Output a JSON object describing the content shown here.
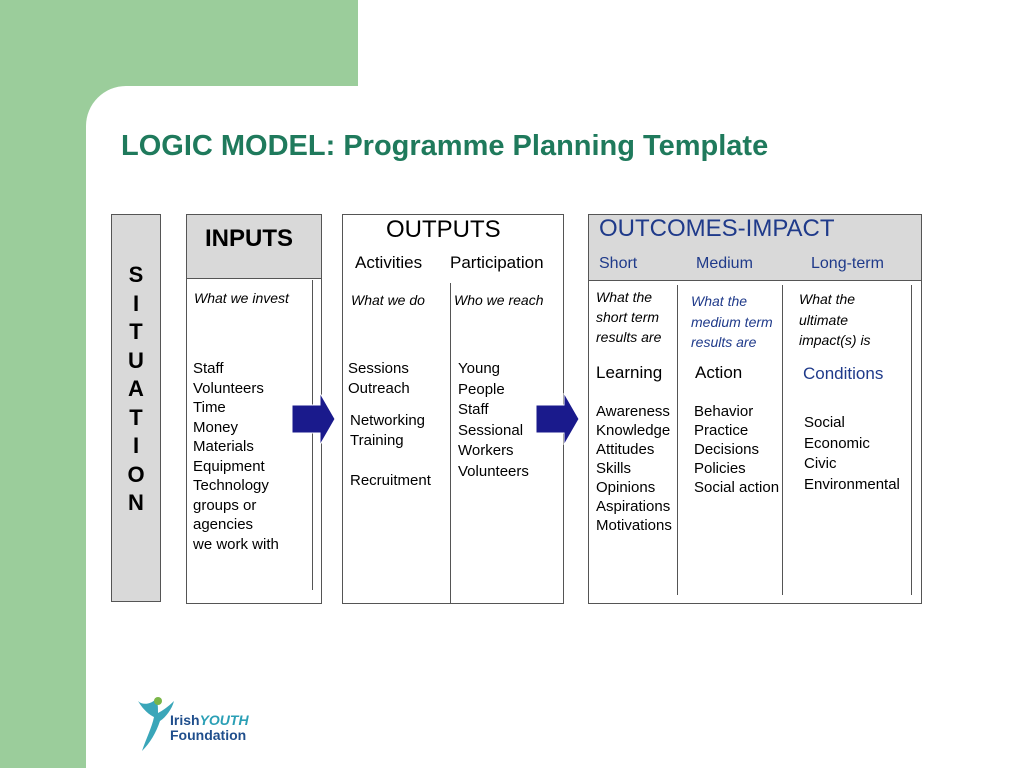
{
  "title": "LOGIC MODEL:  Programme Planning Template",
  "situation": [
    "S",
    "I",
    "T",
    "U",
    "A",
    "T",
    "I",
    "O",
    "N"
  ],
  "inputs": {
    "header": "INPUTS",
    "subtitle": "What we invest",
    "items": [
      "Staff",
      "Volunteers",
      "Time",
      "Money",
      "Materials",
      "Equipment",
      "Technology",
      "groups or",
      "agencies",
      "we work with"
    ]
  },
  "outputs": {
    "header": "OUTPUTS",
    "col1_label": "Activities",
    "col2_label": "Participation",
    "col1_sub": "What we do",
    "col2_sub": "Who we reach",
    "activities_a": [
      "Sessions",
      "Outreach"
    ],
    "activities_b": [
      "Networking",
      "Training"
    ],
    "activities_c": "Recruitment",
    "participation": [
      "Young",
      "People",
      "Staff",
      "Sessional",
      "Workers",
      "Volunteers"
    ]
  },
  "outcomes": {
    "header": "OUTCOMES-IMPACT",
    "short_label": "Short",
    "medium_label": "Medium",
    "long_label": "Long-term",
    "short_sub": [
      "What the",
      "short term",
      "results are"
    ],
    "medium_sub": [
      "What the",
      "medium term",
      "results are"
    ],
    "long_sub": [
      "What  the",
      "ultimate",
      "impact(s) is"
    ],
    "learning": "Learning",
    "action": "Action",
    "conditions": "Conditions",
    "learning_items": [
      "Awareness",
      "Knowledge",
      "Attitudes",
      "Skills",
      "Opinions",
      "Aspirations",
      "Motivations"
    ],
    "action_items": [
      "Behavior",
      "Practice",
      "Decisions",
      "Policies",
      "Social action"
    ],
    "conditions_items": [
      "Social",
      "Economic",
      "Civic",
      "Environmental"
    ]
  },
  "logo": {
    "line1a": "Irish",
    "line1b": "YOUTH",
    "line2": "Foundation"
  },
  "colors": {
    "title": "#1f7a5c",
    "header_bg": "#d9d9d9",
    "arrow": "#1a1a8c",
    "outcome_blue": "#1f3a8a",
    "bg_green": "#9bcd9b"
  }
}
